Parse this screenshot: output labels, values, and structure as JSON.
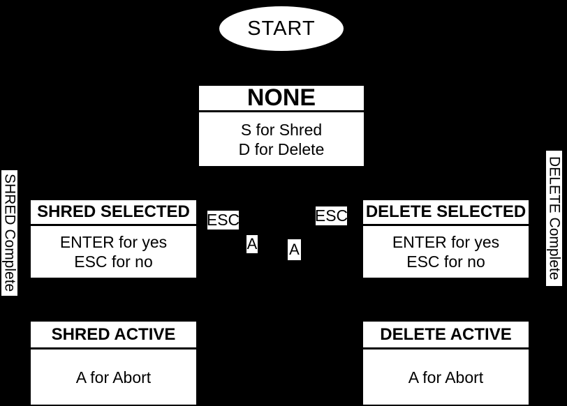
{
  "diagram": {
    "type": "state-diagram",
    "colors": {
      "background": "#000000",
      "node_fill": "#ffffff",
      "node_text": "#000000"
    },
    "start": {
      "label": "START"
    },
    "states": {
      "none": {
        "title": "NONE",
        "line1": "S for Shred",
        "line2": "D for Delete"
      },
      "shred_selected": {
        "title": "SHRED SELECTED",
        "line1": "ENTER for yes",
        "line2": "ESC for no"
      },
      "delete_selected": {
        "title": "DELETE SELECTED",
        "line1": "ENTER for yes",
        "line2": "ESC for no"
      },
      "shred_active": {
        "title": "SHRED ACTIVE",
        "line1": "A for Abort"
      },
      "delete_active": {
        "title": "DELETE ACTIVE",
        "line1": "A for Abort"
      }
    },
    "edge_labels": {
      "esc_left": "ESC",
      "esc_right": "ESC",
      "a_left": "A",
      "a_right": "A",
      "shred_complete": "SHRED Complete",
      "delete_complete": "DELETE Complete"
    }
  }
}
